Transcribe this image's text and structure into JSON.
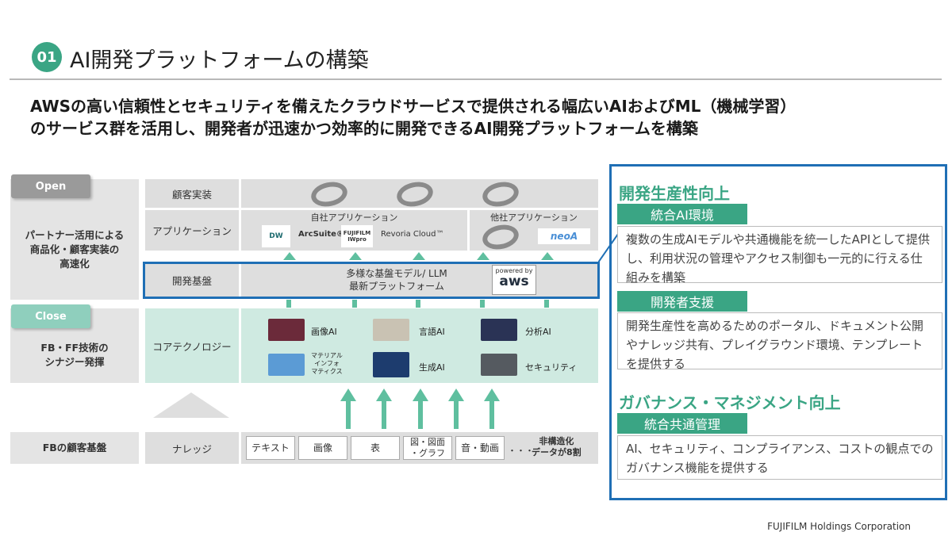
{
  "header": {
    "badge": "01",
    "title": "AI開発プラットフォームの構築",
    "lead_line1": "AWSの高い信頼性とセキュリティを備えたクラウドサービスで提供される幅広いAIおよびML（機械学習）",
    "lead_line2": "のサービス群を活用し、開発者が迅速かつ効率的に開発できるAI開発プラットフォームを構築"
  },
  "diagram": {
    "open_tag": "Open",
    "close_tag": "Close",
    "left_open_text": "パートナー活用による\n商品化・顧客実装の\n高速化",
    "left_close_text": "FB・FF技術の\nシナジー発揮",
    "left_base_text": "FBの顧客基盤",
    "rows": {
      "customer_impl": "顧客実装",
      "application": "アプリケーション",
      "dev_base": "開発基盤",
      "core_tech": "コアテクノロジー",
      "knowledge": "ナレッジ"
    },
    "app_own_label": "自社アプリケーション",
    "app_other_label": "他社アプリケーション",
    "app_logos": [
      "DW",
      "ArcSuite®",
      "FUJIFILM IWpro",
      "Revoria Cloud™",
      "neoA"
    ],
    "dev_base_text1": "多様な基盤モデル/ LLM",
    "dev_base_text2": "最新プラットフォーム",
    "aws_powered": "powered by",
    "aws_logo": "aws",
    "core_items": [
      {
        "label": "画像AI",
        "color": "#6b2a3a"
      },
      {
        "label": "言語AI",
        "color": "#c9c2b3"
      },
      {
        "label": "分析AI",
        "color": "#2a3355"
      },
      {
        "label": "マテリアル\nインフォ\nマティクス",
        "color": "#5b9bd5"
      },
      {
        "label": "生成AI",
        "color": "#1d3c6e"
      },
      {
        "label": "セキュリティ",
        "color": "#555a60"
      }
    ],
    "knowledge_items": [
      "テキスト",
      "画像",
      "表",
      "図・図面\n・グラフ",
      "音・動画"
    ],
    "knowledge_more": "・・・",
    "knowledge_note": "非構造化\nデータが8割"
  },
  "panel": {
    "title1": "開発生産性向上",
    "pill1": "統合AI環境",
    "box1": "複数の生成AIモデルや共通機能を統一したAPIとして提供し、利用状況の管理やアクセス制御も一元的に行える仕組みを構築",
    "pill2": "開発者支援",
    "box2": "開発生産性を高めるためのポータル、ドキュメント公開やナレッジ共有、プレイグラウンド環境、テンプレートを提供する",
    "title2": "ガバナンス・マネジメント向上",
    "pill3": "統合共通管理",
    "box3": "AI、セキュリティ、コンプライアンス、コストの観点でのガバナンス機能を提供する"
  },
  "footer": "FUJIFILM Holdings Corporation",
  "colors": {
    "accent": "#3aa584",
    "frame": "#1f6fb5",
    "mint": "#8fcfbd"
  }
}
